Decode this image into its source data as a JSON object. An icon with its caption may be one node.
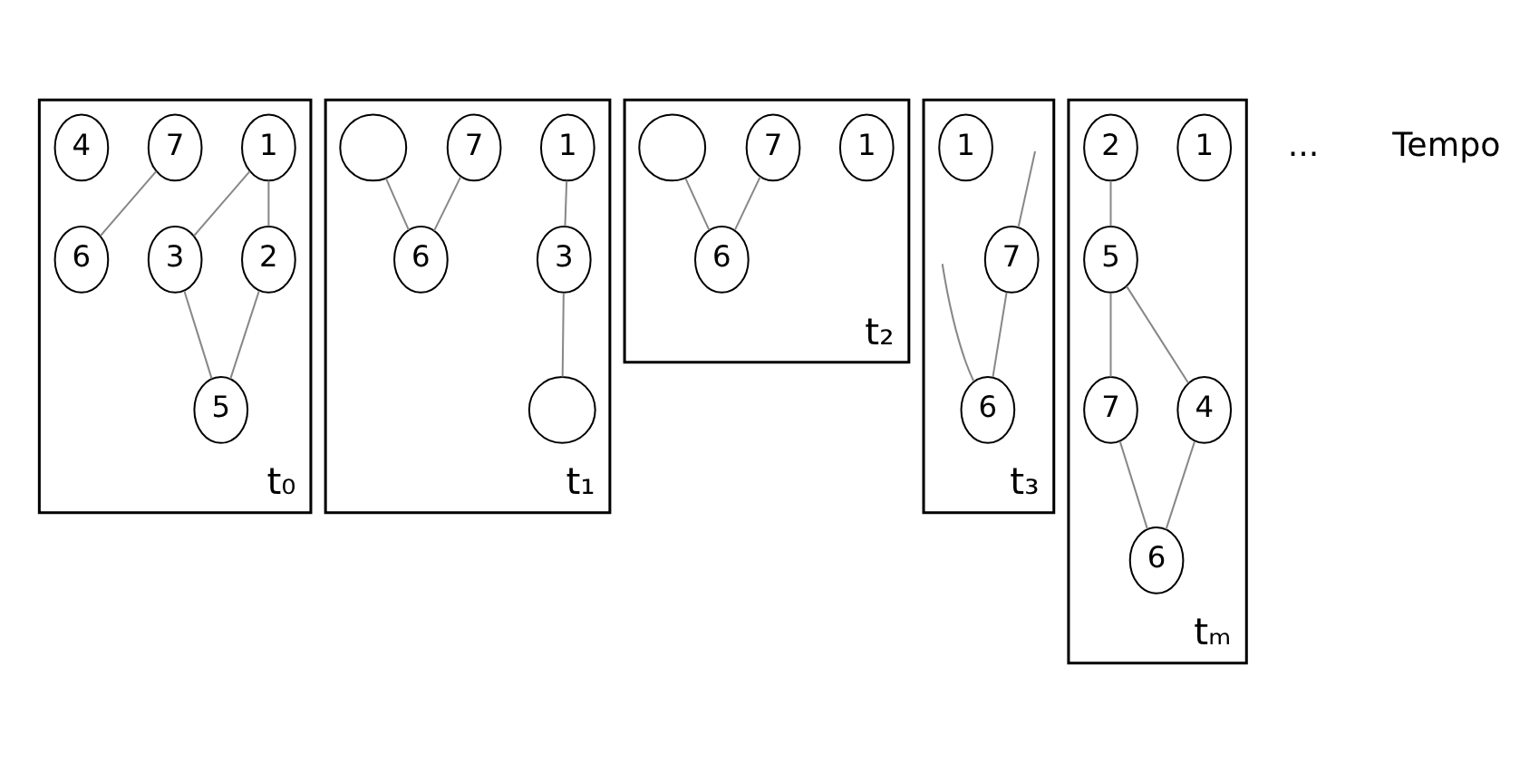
{
  "diagram": {
    "nodes": [
      {
        "text": [],
        "shape": "box",
        "beside": [
          "t₀"
        ]
      },
      {
        "text": [
          "1"
        ],
        "in": 0
      },
      {
        "text": [
          "3"
        ],
        "in": 0
      },
      {
        "text": [
          "2"
        ],
        "in": 0
      },
      {
        "text": [
          "5"
        ],
        "in": 0
      },
      {
        "text": [
          "7"
        ],
        "in": 0
      },
      {
        "text": [
          "4"
        ],
        "in": 0
      },
      {
        "text": [
          "6"
        ],
        "in": 0
      },
      {
        "text": [],
        "shape": "box",
        "beside": [
          "t₁"
        ]
      },
      {
        "text": [
          "1"
        ],
        "in": 8
      },
      {
        "text": [
          "3"
        ],
        "in": 8
      },
      {
        "text": [],
        "shape": "circle",
        "in": 8
      },
      {
        "text": [
          "7"
        ],
        "in": 8
      },
      {
        "text": [],
        "shape": "circle",
        "in": 8
      },
      {
        "text": [
          "6"
        ],
        "in": 8
      },
      {
        "text": [],
        "shape": "box",
        "beside": [
          "t₂"
        ]
      },
      {
        "text": [
          "1"
        ],
        "in": 15
      },
      {
        "text": [
          "7"
        ],
        "in": 15
      },
      {
        "text": [],
        "shape": "circle",
        "in": 15
      },
      {
        "text": [
          "6"
        ],
        "in": 15
      },
      {
        "text": [],
        "shape": "box",
        "beside": [
          "t₃"
        ]
      },
      {
        "text": [
          "1"
        ],
        "in": 20
      },
      {
        "text": [
          "7"
        ],
        "in": 20
      },
      {
        "text": [
          "6"
        ],
        "in": 20
      },
      {
        "text": [],
        "shape": "box",
        "beside": [
          "tₘ"
        ]
      },
      {
        "text": [
          "1"
        ],
        "in": 24
      },
      {
        "text": [
          "2"
        ],
        "in": 24
      },
      {
        "text": [
          "5"
        ],
        "in": 24
      },
      {
        "text": [
          "7"
        ],
        "in": 24
      },
      {
        "text": [
          "4"
        ],
        "in": 24
      },
      {
        "text": [
          "6"
        ],
        "in": 24
      }
    ],
    "edges": [
      {
        "from": 1,
        "to": 2,
        "arrow": "none"
      },
      {
        "from": 1,
        "to": 3,
        "arrow": "none"
      },
      {
        "from": 2,
        "to": 4,
        "arrow": "none"
      },
      {
        "from": 3,
        "to": 4,
        "arrow": "none"
      },
      {
        "from": 5,
        "to": 7,
        "arrow": "none"
      },
      {
        "from": 9,
        "to": 10,
        "arrow": "none"
      },
      {
        "from": 10,
        "to": 11,
        "arrow": "none"
      },
      {
        "from": 12,
        "to": 14,
        "arrow": "none"
      },
      {
        "from": 13,
        "to": 14,
        "arrow": "none"
      },
      {
        "from": 17,
        "to": 19,
        "arrow": "none"
      },
      {
        "from": 18,
        "to": 19,
        "arrow": "none"
      },
      {
        "from": null,
        "to": 22,
        "arrow": "none"
      },
      {
        "from": 22,
        "to": 23,
        "arrow": "none"
      },
      {
        "from": null,
        "to": 23,
        "arrow": "none"
      },
      {
        "from": 26,
        "to": 27,
        "arrow": "none"
      },
      {
        "from": 27,
        "to": 28,
        "arrow": "none"
      },
      {
        "from": 27,
        "to": 29,
        "arrow": "none"
      },
      {
        "from": 28,
        "to": 30,
        "arrow": "none"
      },
      {
        "from": 29,
        "to": 30,
        "arrow": "none"
      }
    ],
    "labels": [
      "...",
      "Tempo"
    ]
  }
}
